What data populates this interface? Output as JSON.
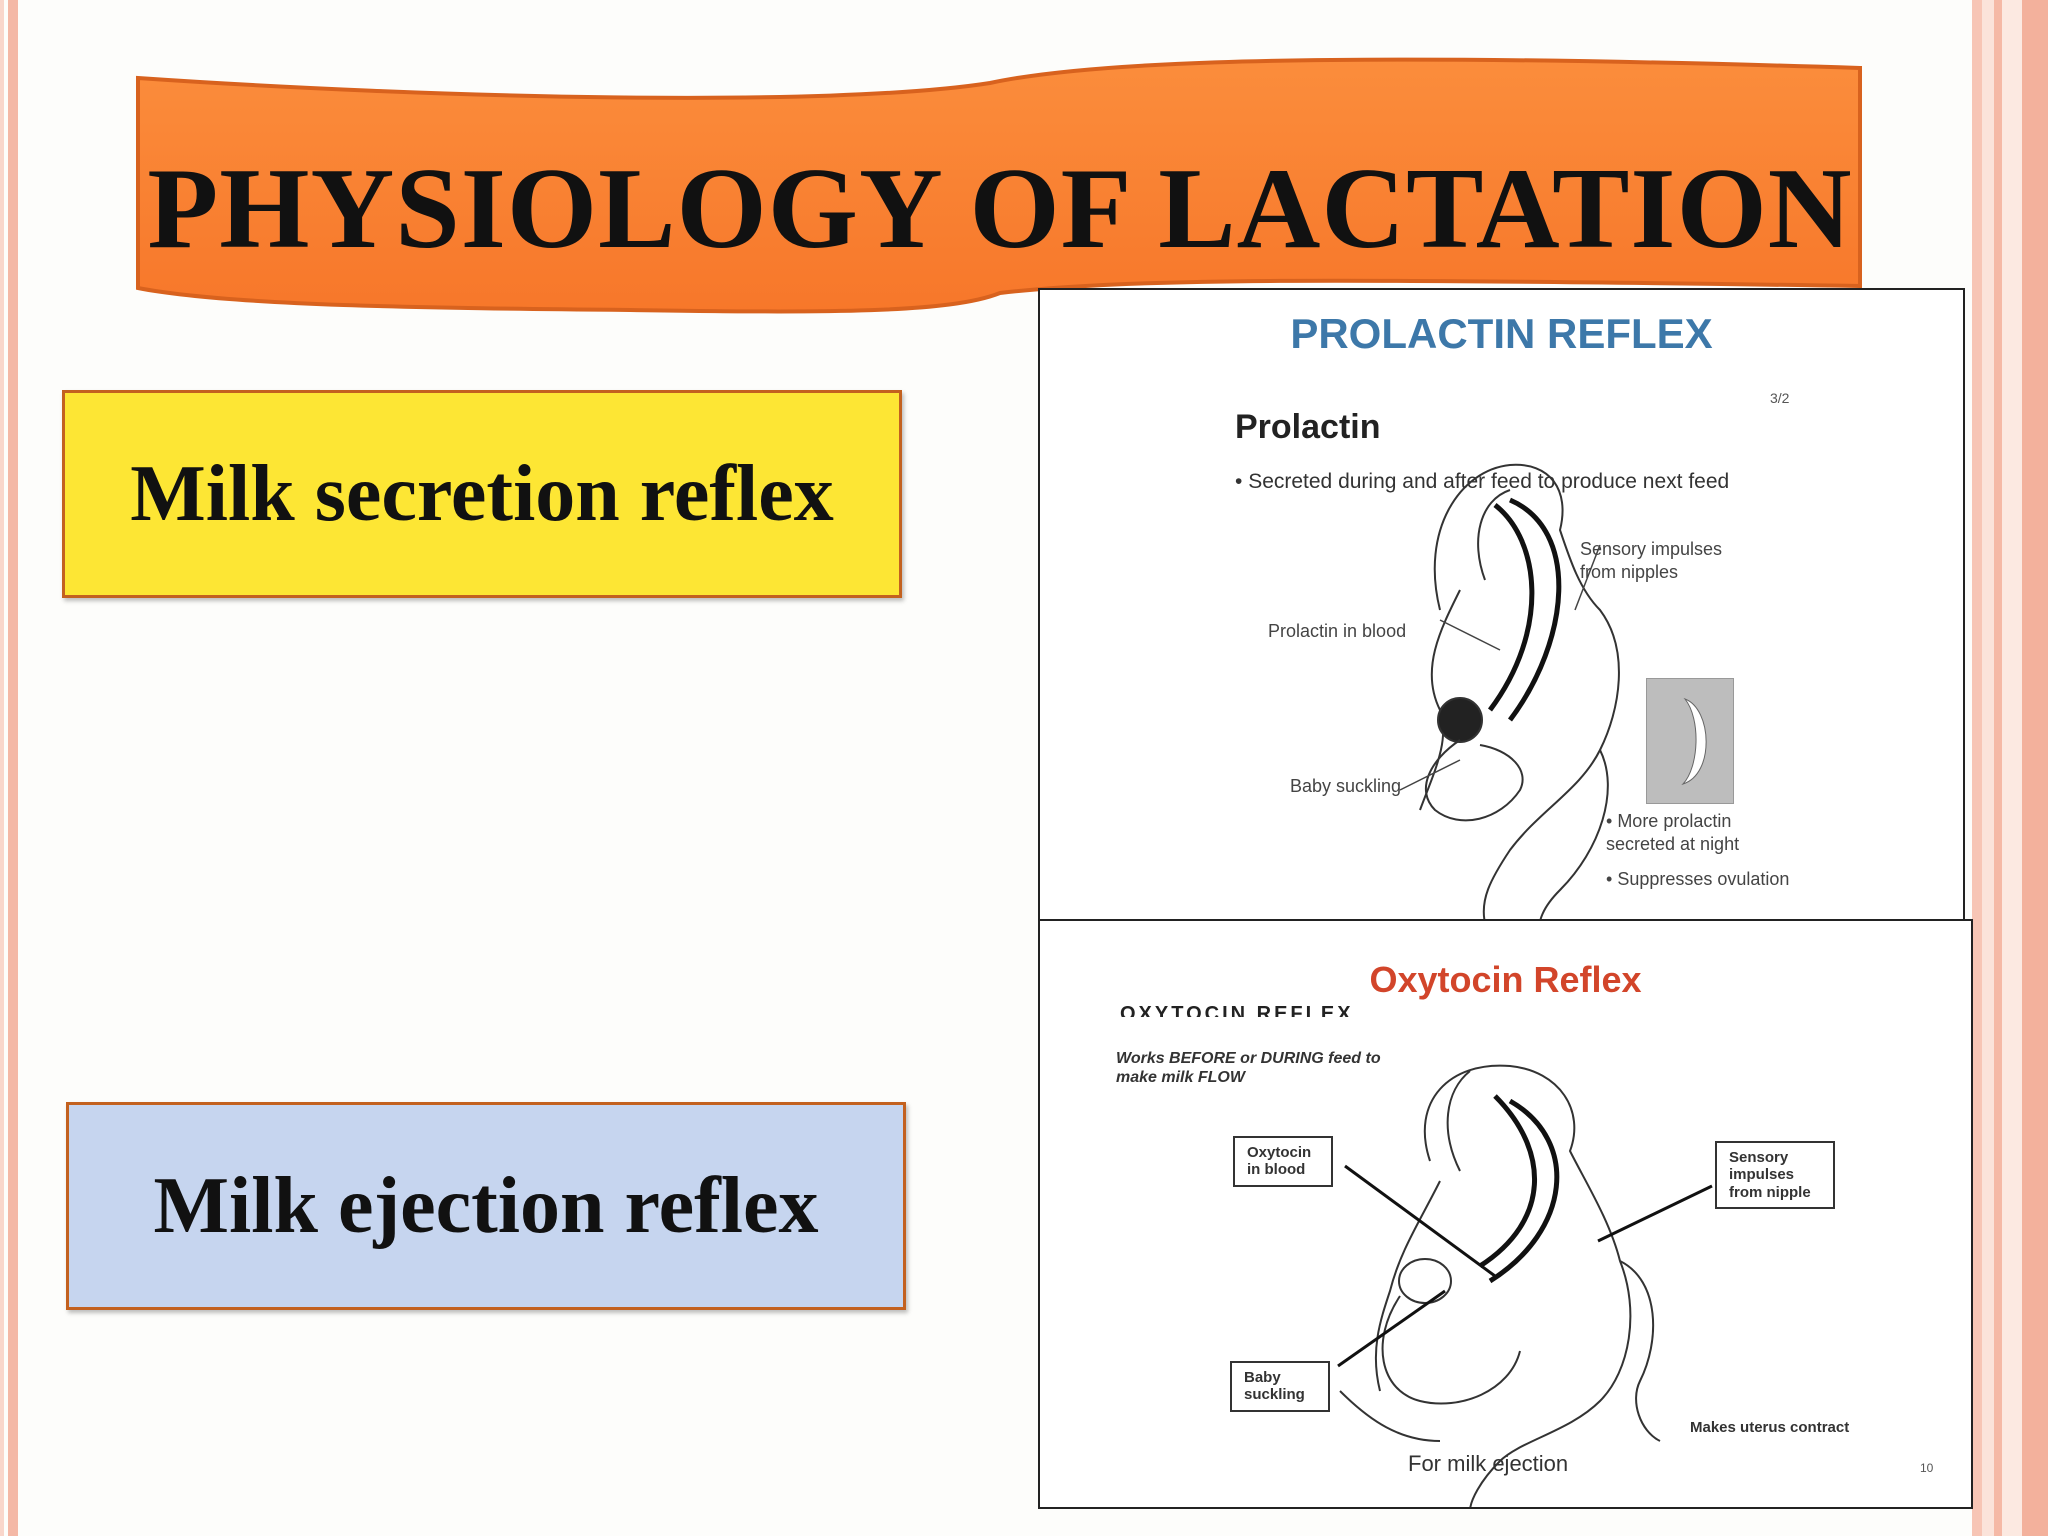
{
  "slide": {
    "title": "PHYSIOLOGY OF LACTATION",
    "reflexes": [
      {
        "label": "Milk secretion reflex"
      },
      {
        "label": "Milk ejection reflex"
      }
    ]
  },
  "prolactin_panel": {
    "title": "PROLACTIN REFLEX",
    "page_number": "3/2",
    "heading": "Prolactin",
    "bullet": "Secreted during and after feed to produce next feed",
    "labels": {
      "sensory": "Sensory impulses from nipples",
      "blood": "Prolactin in blood",
      "baby": "Baby suckling",
      "night": "More prolactin secreted at night",
      "ovulation": "Suppresses ovulation"
    }
  },
  "oxytocin_panel": {
    "title": "Oxytocin Reflex",
    "subtitle_cut": "OXYTOCIN REFLEX",
    "note": "Works BEFORE or DURING feed to make milk FLOW",
    "labels": {
      "blood": "Oxytocin in blood",
      "sensory": "Sensory impulses from nipple",
      "baby": "Baby suckling",
      "uterus": "Makes uterus contract",
      "ejection": "For milk ejection"
    },
    "page_number": "10"
  }
}
